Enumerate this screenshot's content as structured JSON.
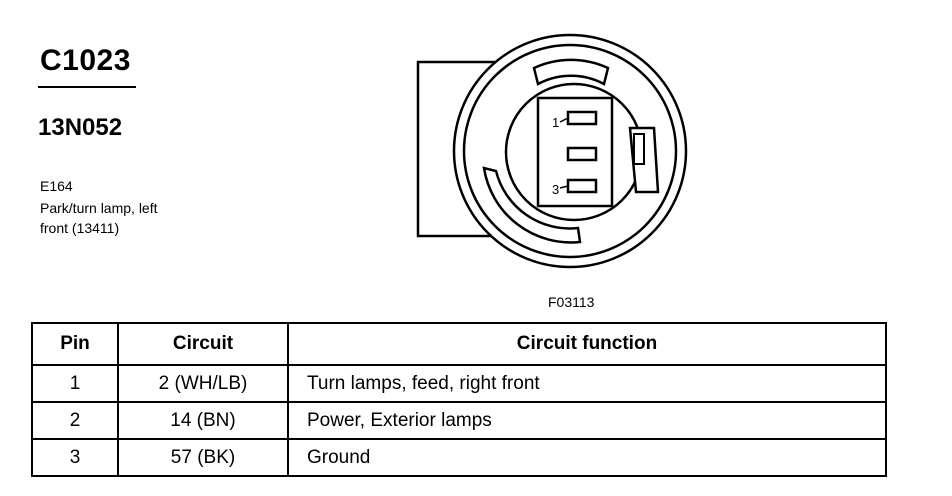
{
  "header": {
    "connector_id": "C1023",
    "part_number": "13N052",
    "component_code": "E164",
    "description_line1": "Park/turn lamp, left",
    "description_line2": "front (13411)"
  },
  "diagram": {
    "figure_code": "F03113",
    "pin_labels": [
      "1",
      "3"
    ]
  },
  "table": {
    "headers": {
      "pin": "Pin",
      "circuit": "Circuit",
      "function": "Circuit function"
    },
    "rows": [
      {
        "pin": "1",
        "circuit": "2 (WH/LB)",
        "function": "Turn lamps, feed, right front"
      },
      {
        "pin": "2",
        "circuit": "14 (BN)",
        "function": "Power, Exterior lamps"
      },
      {
        "pin": "3",
        "circuit": "57 (BK)",
        "function": "Ground"
      }
    ]
  }
}
